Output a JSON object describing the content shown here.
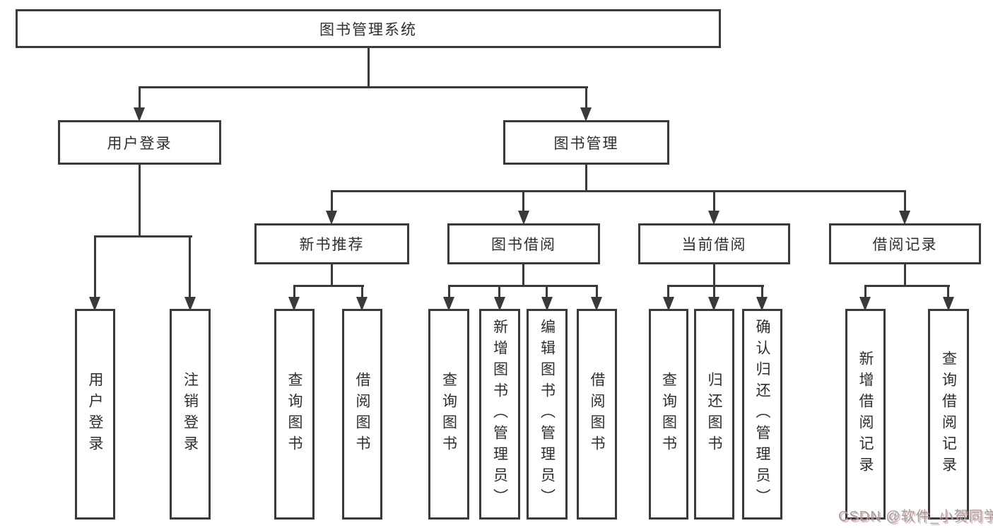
{
  "diagram": {
    "title": "图书管理系统",
    "branches": [
      {
        "label": "用户登录",
        "children": [
          "用户登录",
          "注销登录"
        ]
      },
      {
        "label": "图书管理",
        "children": [
          {
            "label": "新书推荐",
            "children": [
              "查询图书",
              "借阅图书"
            ]
          },
          {
            "label": "图书借阅",
            "children": [
              "查询图书",
              "新增图书（管理员）",
              "编辑图书（管理员）",
              "借阅图书"
            ]
          },
          {
            "label": "当前借阅",
            "children": [
              "查询图书",
              "归还图书",
              "确认归还（管理员）"
            ]
          },
          {
            "label": "借阅记录",
            "children": [
              "新增借阅记录",
              "查询借阅记录"
            ]
          }
        ]
      }
    ]
  },
  "watermark": {
    "text": "CSDN @软件_小贺同学"
  },
  "colors": {
    "line": "#3a3a3a",
    "box_border": "#3a3a3a",
    "text": "#2e2e2e",
    "background": "#ffffff",
    "watermark": "#a0a0a0",
    "watermark_shadow": "#d98c8c"
  }
}
